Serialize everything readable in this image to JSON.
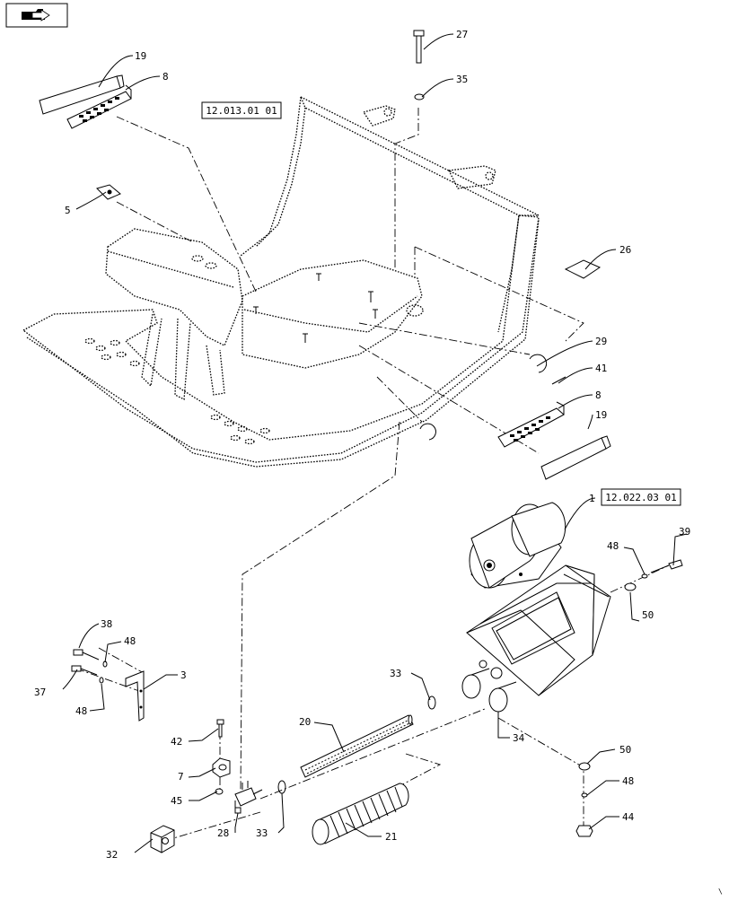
{
  "reference_boxes": [
    {
      "id": "ref-1",
      "text": "12.013.01 01"
    },
    {
      "id": "ref-2",
      "text": "12.022.03 01"
    }
  ],
  "callouts": [
    {
      "id": "c27",
      "text": "27"
    },
    {
      "id": "c35",
      "text": "35"
    },
    {
      "id": "c19a",
      "text": "19"
    },
    {
      "id": "c8a",
      "text": "8"
    },
    {
      "id": "c5",
      "text": "5"
    },
    {
      "id": "c26",
      "text": "26"
    },
    {
      "id": "c29",
      "text": "29"
    },
    {
      "id": "c41",
      "text": "41"
    },
    {
      "id": "c8b",
      "text": "8"
    },
    {
      "id": "c19b",
      "text": "19"
    },
    {
      "id": "c1",
      "text": "1"
    },
    {
      "id": "c39",
      "text": "39"
    },
    {
      "id": "c48a",
      "text": "48"
    },
    {
      "id": "c50a",
      "text": "50"
    },
    {
      "id": "c38",
      "text": "38"
    },
    {
      "id": "c48b",
      "text": "48"
    },
    {
      "id": "c3",
      "text": "3"
    },
    {
      "id": "c37",
      "text": "37"
    },
    {
      "id": "c48c",
      "text": "48"
    },
    {
      "id": "c33a",
      "text": "33"
    },
    {
      "id": "c20",
      "text": "20"
    },
    {
      "id": "c34",
      "text": "34"
    },
    {
      "id": "c42",
      "text": "42"
    },
    {
      "id": "c7",
      "text": "7"
    },
    {
      "id": "c45",
      "text": "45"
    },
    {
      "id": "c28",
      "text": "28"
    },
    {
      "id": "c33b",
      "text": "33"
    },
    {
      "id": "c32",
      "text": "32"
    },
    {
      "id": "c21",
      "text": "21"
    },
    {
      "id": "c50b",
      "text": "50"
    },
    {
      "id": "c48d",
      "text": "48"
    },
    {
      "id": "c44",
      "text": "44"
    }
  ],
  "icons": {
    "nav": "folder-arrow-icon"
  }
}
